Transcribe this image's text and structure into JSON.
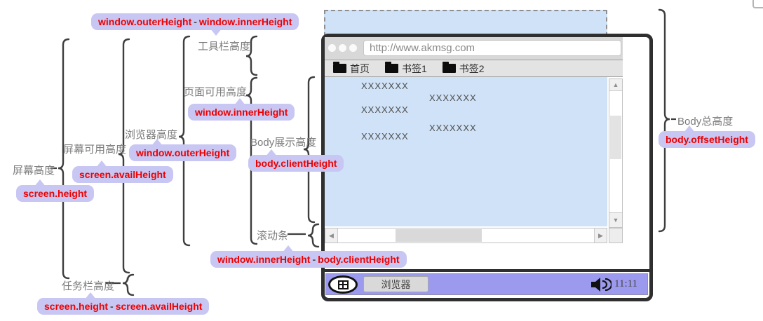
{
  "annotations": {
    "screen_height": {
      "label": "屏幕高度",
      "code": "screen.height"
    },
    "screen_avail_height": {
      "label": "屏幕可用高度",
      "code": "screen.availHeight"
    },
    "browser_height": {
      "label": "浏览器高度",
      "code": "window.outerHeight"
    },
    "toolbar_height": {
      "label": "工具栏高度",
      "code_left": "window.outerHeight",
      "code_op": "-",
      "code_right": "window.innerHeight"
    },
    "page_avail_height": {
      "label": "页面可用高度",
      "code": "window.innerHeight"
    },
    "body_display_height": {
      "label": "Body展示高度",
      "code": "body.clientHeight"
    },
    "scrollbar_height": {
      "label": "滚动条",
      "code_left": "window.innerHeight",
      "code_op": "-",
      "code_right": "body.clientHeight"
    },
    "taskbar_height": {
      "label": "任务栏高度",
      "code_left": "screen.height",
      "code_op": "-",
      "code_right": "screen.availHeight"
    },
    "body_total_height": {
      "label": "Body总高度",
      "code": "body.offsetHeight"
    }
  },
  "browser_mock": {
    "url": "http://www.akmsg.com",
    "bookmarks": [
      {
        "label": "首页"
      },
      {
        "label": "书签1"
      },
      {
        "label": "书签2"
      }
    ],
    "content_lines": [
      "XXXXXXX",
      "XXXXXXX",
      "XXXXXXX",
      "XXXXXXX",
      "XXXXXXX"
    ],
    "taskbar": {
      "start_icon": "window-grid-icon",
      "app_button": "浏览器",
      "speaker_icon": "speaker-icon",
      "time": "11:11"
    }
  },
  "colors": {
    "badge_bg": "#c8c6f3",
    "badge_text": "#ee0000",
    "content_blue": "#cfe2f8",
    "taskbar_purple": "#9c9aee"
  }
}
